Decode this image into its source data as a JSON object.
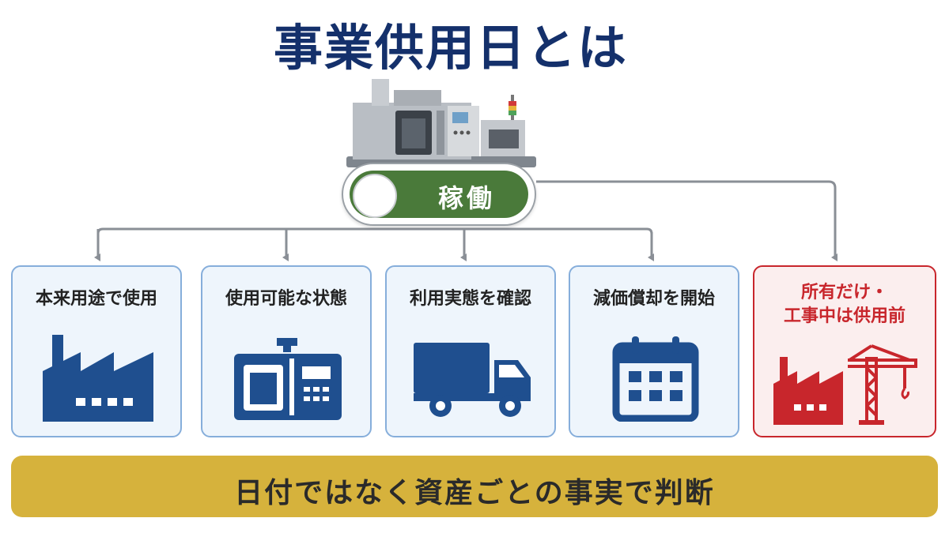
{
  "title": "事業供用日とは",
  "toggle": {
    "label": "稼働"
  },
  "cards": [
    {
      "label": "本来用途で使用",
      "icon": "factory-icon"
    },
    {
      "label": "使用可能な状態",
      "icon": "machine-icon"
    },
    {
      "label": "利用実態を確認",
      "icon": "truck-icon"
    },
    {
      "label": "減価償却を開始",
      "icon": "calendar-icon"
    },
    {
      "label_line1": "所有だけ・",
      "label_line2": "工事中は供用前",
      "icon": "factory-crane-icon"
    }
  ],
  "banner": {
    "text": "日付ではなく資産ごとの事実で判断"
  },
  "colors": {
    "title": "#14306b",
    "icon_blue": "#1f4f8f",
    "card_border": "#86aedb",
    "card_fill": "#eef5fc",
    "warning_red": "#c8262c",
    "toggle_green": "#4a7a3a",
    "banner_gold": "#d6b23c",
    "arrow_gray": "#8a8f96"
  }
}
